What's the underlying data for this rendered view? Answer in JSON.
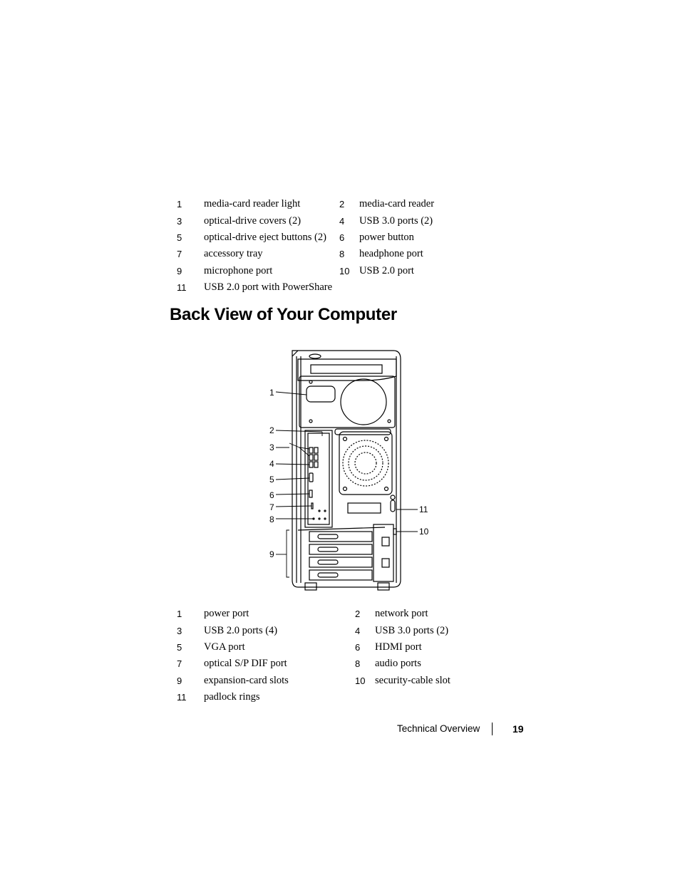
{
  "front_legend": [
    [
      {
        "num": "1",
        "label": "media-card reader light"
      },
      {
        "num": "2",
        "label": "media-card reader"
      }
    ],
    [
      {
        "num": "3",
        "label": "optical-drive covers (2)"
      },
      {
        "num": "4",
        "label": "USB 3.0 ports (2)"
      }
    ],
    [
      {
        "num": "5",
        "label": "optical-drive eject buttons (2)"
      },
      {
        "num": "6",
        "label": "power button"
      }
    ],
    [
      {
        "num": "7",
        "label": "accessory tray"
      },
      {
        "num": "8",
        "label": "headphone port"
      }
    ],
    [
      {
        "num": "9",
        "label": "microphone port"
      },
      {
        "num": "10",
        "label": "USB 2.0 port"
      }
    ],
    [
      {
        "num": "11",
        "label": "USB 2.0 port with PowerShare"
      },
      {
        "num": "",
        "label": ""
      }
    ]
  ],
  "section_title": "Back View of Your Computer",
  "diagram": {
    "callouts": [
      "1",
      "2",
      "3",
      "4",
      "5",
      "6",
      "7",
      "8",
      "9",
      "10",
      "11"
    ]
  },
  "back_legend": [
    [
      {
        "num": "1",
        "label": "power port"
      },
      {
        "num": "2",
        "label": "network port"
      }
    ],
    [
      {
        "num": "3",
        "label": "USB 2.0 ports (4)"
      },
      {
        "num": "4",
        "label": "USB 3.0 ports (2)"
      }
    ],
    [
      {
        "num": "5",
        "label": "VGA port"
      },
      {
        "num": "6",
        "label": "HDMI port"
      }
    ],
    [
      {
        "num": "7",
        "label": "optical S/P DIF port"
      },
      {
        "num": "8",
        "label": "audio ports"
      }
    ],
    [
      {
        "num": "9",
        "label": "expansion-card slots"
      },
      {
        "num": "10",
        "label": "security-cable slot"
      }
    ],
    [
      {
        "num": "11",
        "label": "padlock rings"
      },
      {
        "num": "",
        "label": ""
      }
    ]
  ],
  "footer": {
    "section": "Technical Overview",
    "page": "19"
  }
}
